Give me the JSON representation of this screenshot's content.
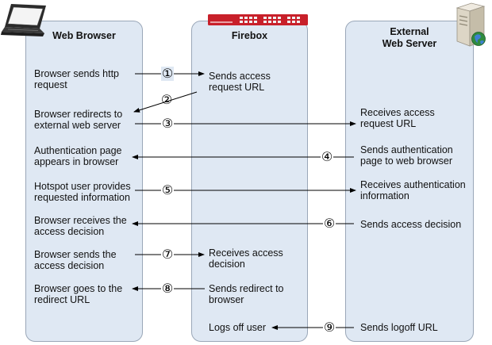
{
  "lanes": {
    "browser": "Web Browser",
    "firebox": "Firebox",
    "external": "External\nWeb Server"
  },
  "steps": {
    "b1": "Browser sends http\nrequest",
    "b2": "Browser redirects to\nexternal web server",
    "b3": "Authentication page\nappears in browser",
    "b4": "Hotspot user provides\nrequested information",
    "b5": "Browser receives the\naccess decision",
    "b6": "Browser sends the\naccess decision",
    "b7": "Browser goes to the\nredirect URL",
    "f1": "Sends access\nrequest URL",
    "f2": "Receives access\ndecision",
    "f3": "Sends redirect to\nbrowser",
    "f4": "Logs off user",
    "e1": "Receives access\nrequest URL",
    "e2": "Sends authentication\npage to web browser",
    "e3": "Receives authentication\ninformation",
    "e4": "Sends access decision",
    "e5": "Sends logoff URL"
  },
  "step_numbers": [
    "①",
    "②",
    "③",
    "④",
    "⑤",
    "⑥",
    "⑦",
    "⑧",
    "⑨"
  ],
  "icons": [
    "laptop-icon",
    "firebox-appliance-icon",
    "web-server-icon"
  ],
  "colors": {
    "lane_fill": "#dfe8f3",
    "lane_border": "#9aa7b8",
    "appliance_red": "#c8202a"
  }
}
